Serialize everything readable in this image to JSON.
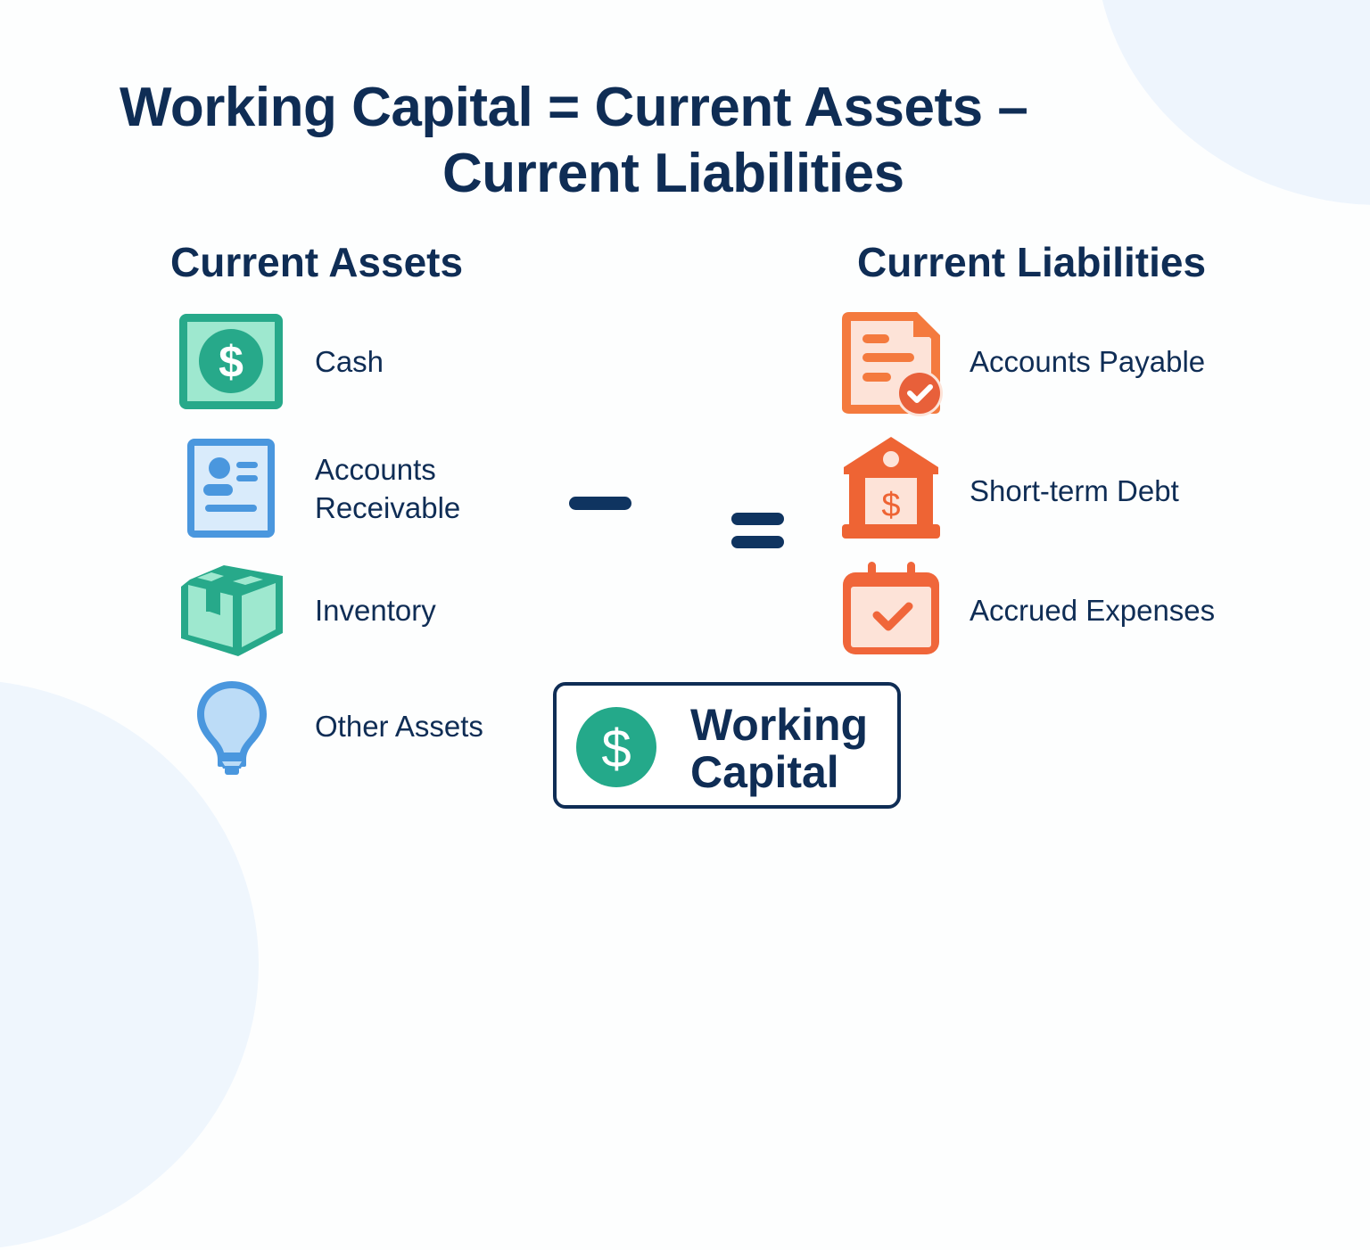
{
  "title": {
    "line1": "Working Capital = Current Assets –",
    "line2": "Current Liabilities"
  },
  "assets": {
    "heading": "Current Assets",
    "items": [
      {
        "label": "Cash",
        "icon": "cash-bill-icon"
      },
      {
        "label_line1": "Accounts",
        "label_line2": "Receivable",
        "icon": "id-document-icon"
      },
      {
        "label": "Inventory",
        "icon": "box-icon"
      },
      {
        "label": "Other Assets",
        "icon": "lightbulb-icon"
      }
    ]
  },
  "liabilities": {
    "heading": "Current Liabilities",
    "items": [
      {
        "label": "Accounts Payable",
        "icon": "invoice-check-icon"
      },
      {
        "label": "Short-term Debt",
        "icon": "bank-dollar-icon"
      },
      {
        "label": "Accrued Expenses",
        "icon": "calendar-check-icon"
      }
    ]
  },
  "operators": {
    "minus": "−",
    "equals": "="
  },
  "result": {
    "label_line1": "Working",
    "label_line2": "Capital",
    "icon": "dollar-coin-icon"
  },
  "colors": {
    "navy": "#0f2d55",
    "green": "#27a98a",
    "green_light": "#9ee8cf",
    "blue": "#4a97de",
    "blue_light": "#d9ebfb",
    "orange": "#f0663a",
    "orange_light": "#fde3d8",
    "background_blob": "#eef5fd"
  }
}
